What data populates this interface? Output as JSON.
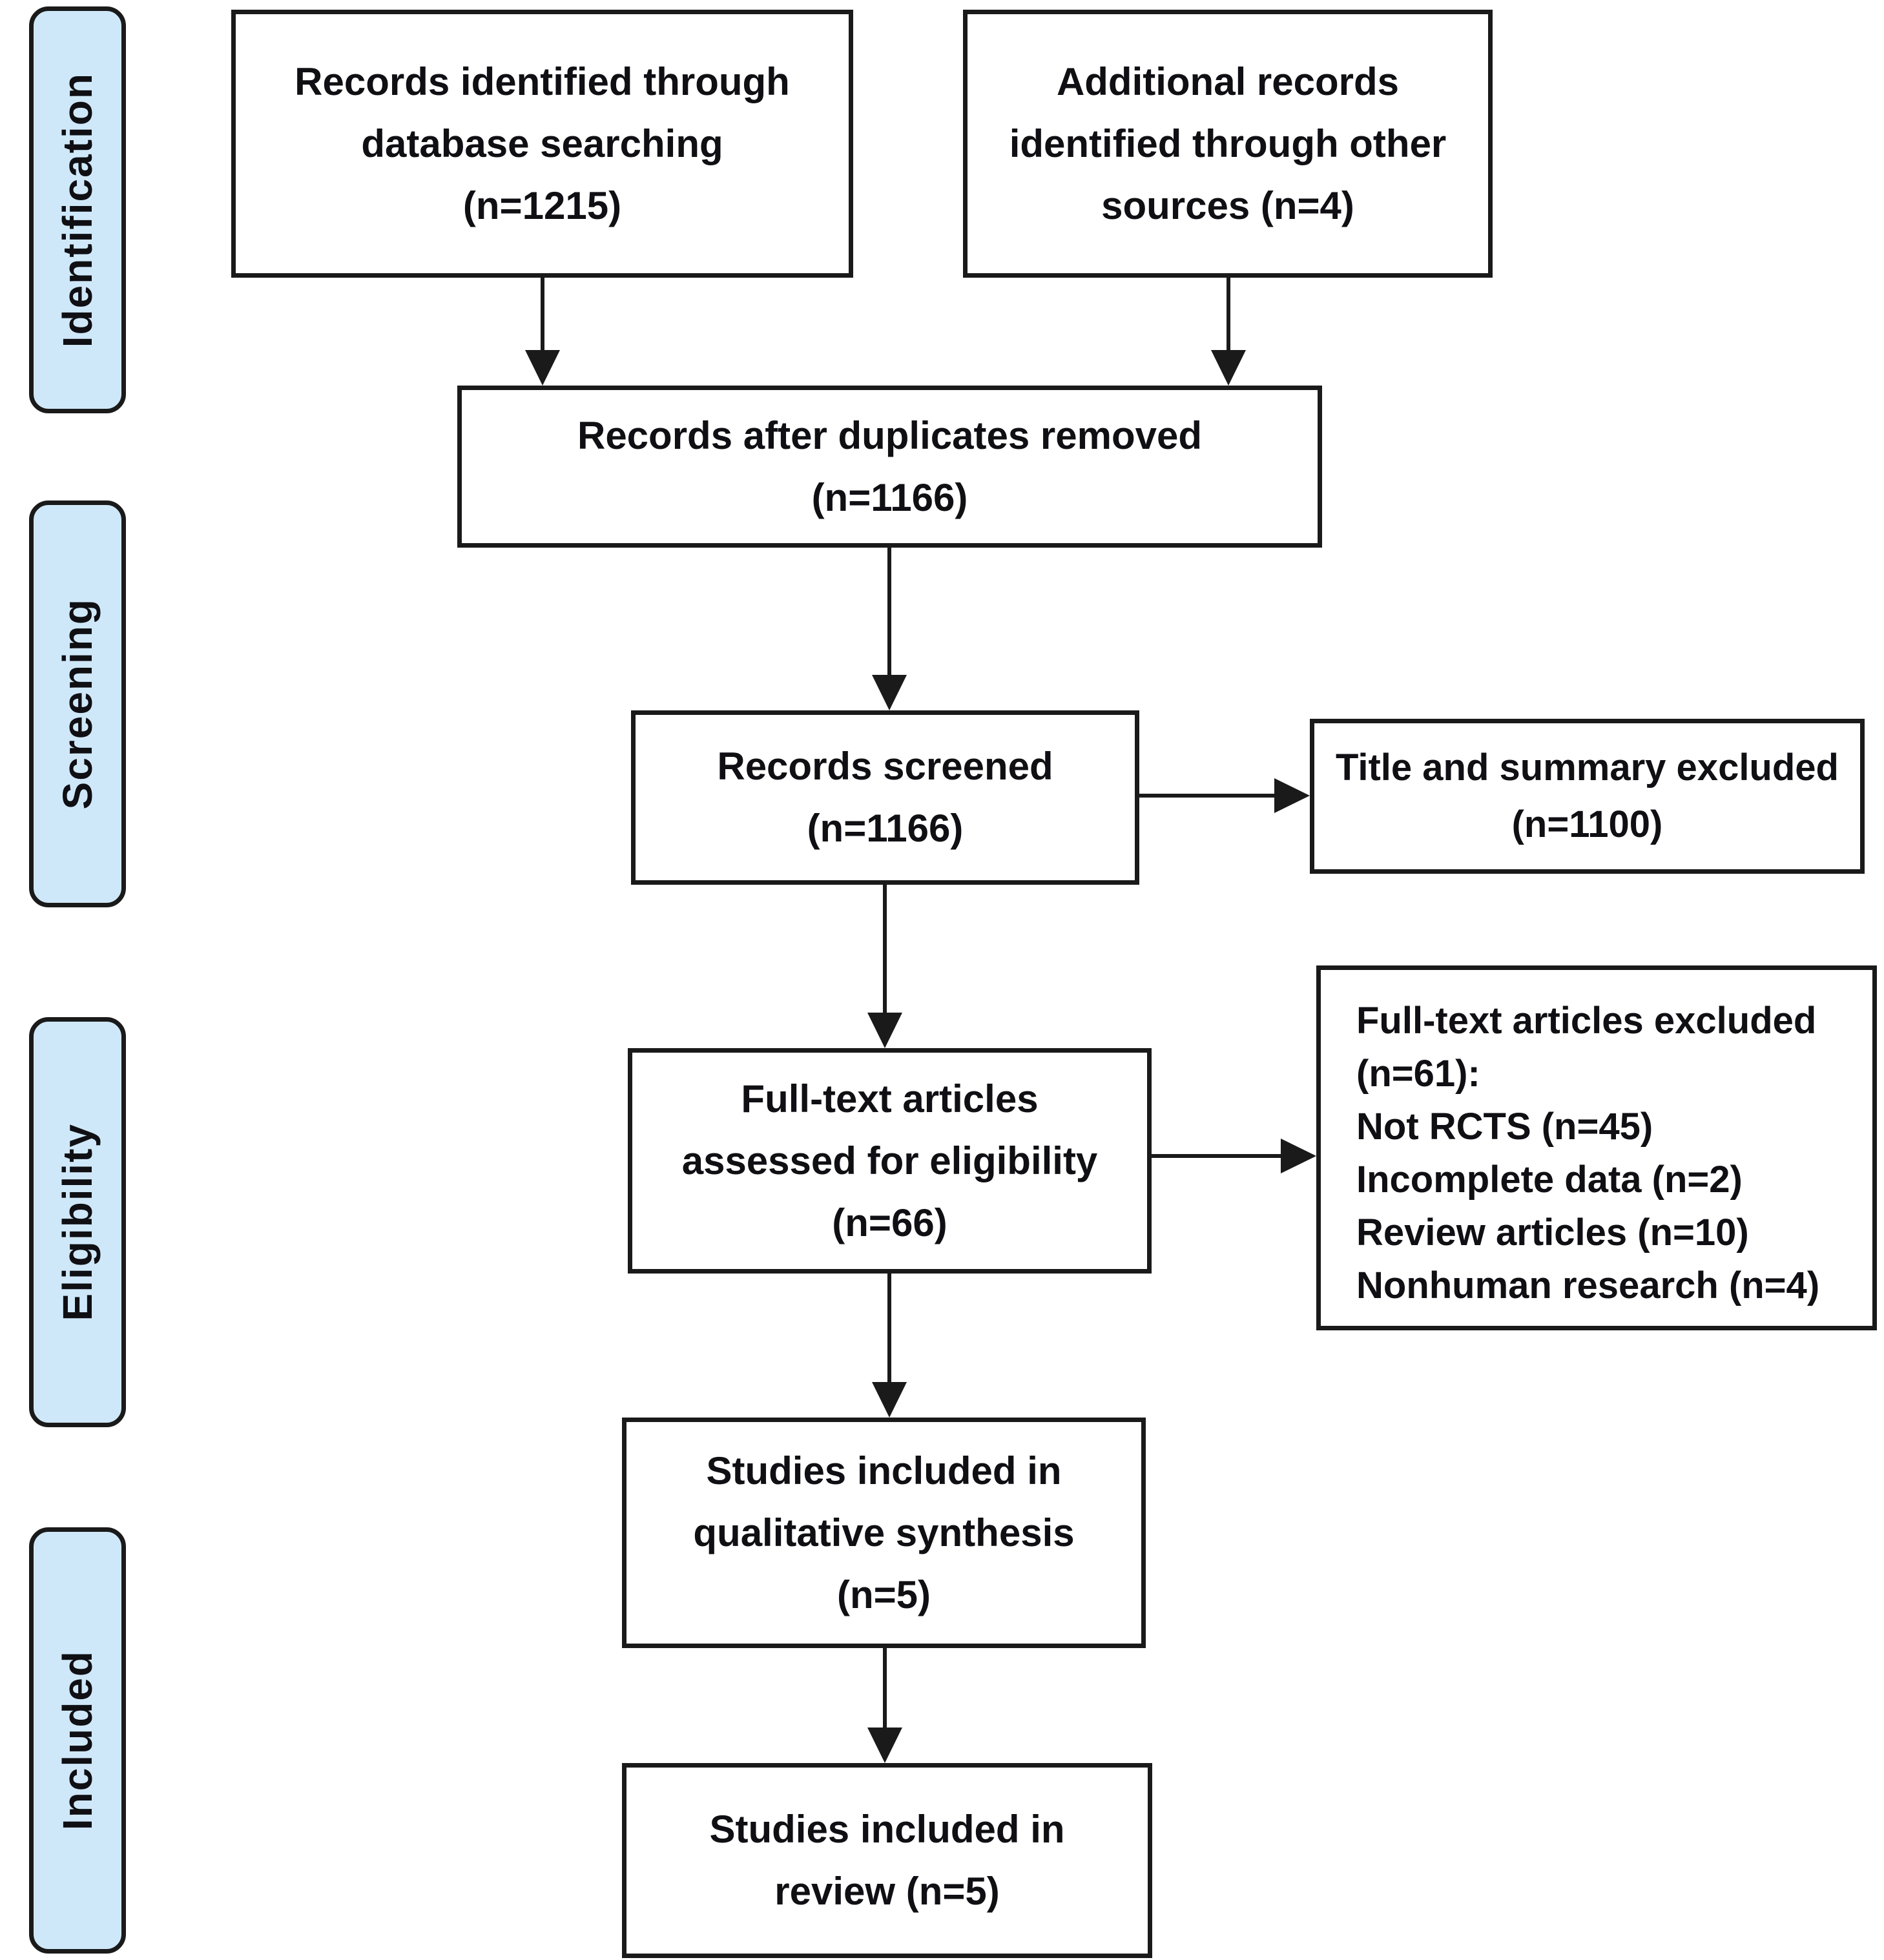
{
  "diagram": {
    "type": "prisma-flow",
    "stages": [
      {
        "id": "identification",
        "label": "Identification"
      },
      {
        "id": "screening",
        "label": "Screening"
      },
      {
        "id": "eligibility",
        "label": "Eligibility"
      },
      {
        "id": "included",
        "label": "Included"
      }
    ],
    "boxes": {
      "db_search": {
        "lines": [
          "Records identified through",
          "database searching",
          "(n=1215)"
        ]
      },
      "other_sources": {
        "lines": [
          "Additional records",
          "identified through other",
          "sources (n=4)"
        ]
      },
      "duplicates_removed": {
        "lines": [
          "Records after duplicates removed",
          "(n=1166)"
        ]
      },
      "records_screened": {
        "lines": [
          "Records screened",
          "(n=1166)"
        ]
      },
      "title_summary_excluded": {
        "lines": [
          "Title and summary excluded",
          "(n=1100)"
        ]
      },
      "fulltext_assessed": {
        "lines": [
          "Full-text articles",
          "assessed for eligibility",
          "(n=66)"
        ]
      },
      "fulltext_excluded": {
        "lines": [
          "Full-text articles excluded",
          "(n=61):",
          "Not  RCTS (n=45)",
          "Incomplete data (n=2)",
          "Review articles (n=10)",
          "Nonhuman research (n=4)"
        ]
      },
      "qualitative_synthesis": {
        "lines": [
          "Studies included in",
          "qualitative synthesis",
          "(n=5)"
        ]
      },
      "included_review": {
        "lines": [
          "Studies included in",
          "review (n=5)"
        ]
      }
    },
    "colors": {
      "stage_fill": "#cfe8f9",
      "border": "#1a1a1a",
      "text": "#0f0f14",
      "background": "#ffffff"
    }
  }
}
